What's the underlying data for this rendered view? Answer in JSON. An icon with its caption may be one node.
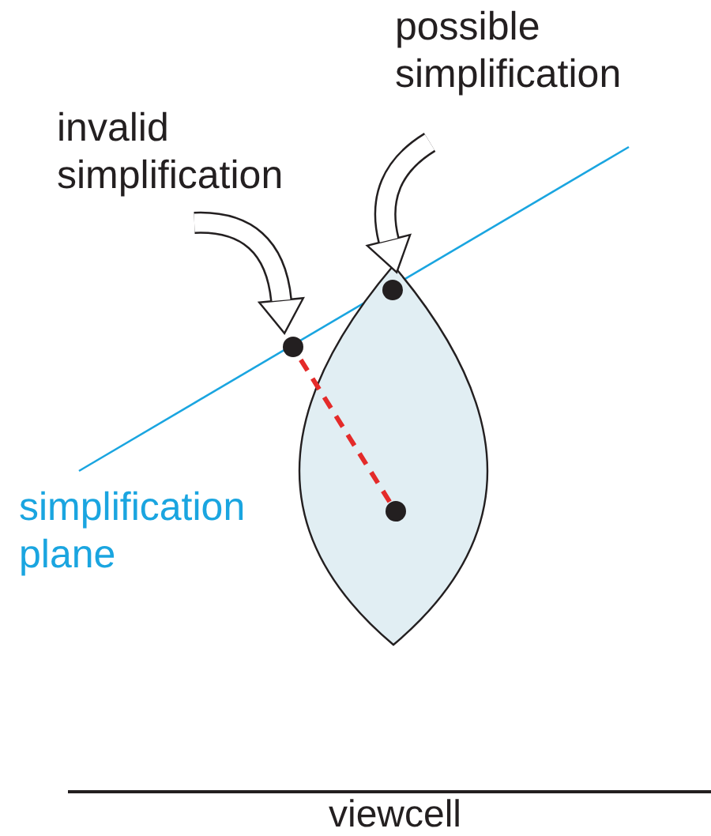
{
  "diagram": {
    "nodes": [
      {
        "text": [
          "invalid simplification"
        ]
      },
      {
        "text": [
          "possible simplification"
        ]
      },
      {
        "text": [],
        "shape": "lens"
      },
      {
        "text": [],
        "shape": "circle"
      },
      {
        "text": [],
        "shape": "circle",
        "in": 2
      },
      {
        "text": [],
        "shape": "circle",
        "in": 2
      }
    ],
    "edges": [
      {
        "from": 0,
        "to": 3,
        "arrow": "to"
      },
      {
        "from": 1,
        "to": 4,
        "arrow": "to"
      },
      {
        "from": 5,
        "to": 3,
        "arrow": "none",
        "style": "dashed",
        "color": "#e42b2a"
      }
    ],
    "labels": [
      "simplification plane",
      "viewcell"
    ]
  }
}
